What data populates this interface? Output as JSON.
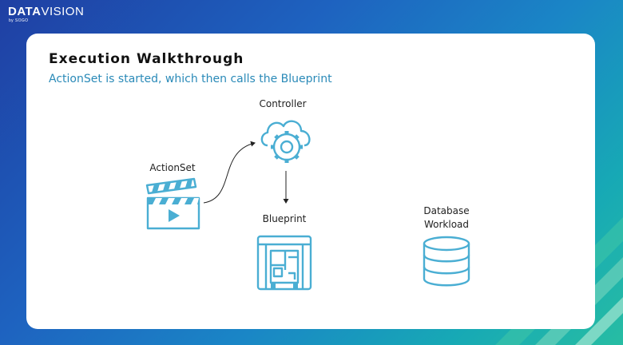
{
  "logo": {
    "brand_bold": "DATA",
    "brand_light": "VISION",
    "tagline": "by SOGO"
  },
  "slide": {
    "title": "Execution Walkthrough",
    "subtitle": "ActionSet is started, which then calls the Blueprint"
  },
  "nodes": {
    "actionset": {
      "label": "ActionSet",
      "icon": "clapperboard-icon"
    },
    "controller": {
      "label": "Controller",
      "icon": "cloud-gear-icon"
    },
    "blueprint": {
      "label": "Blueprint",
      "icon": "blueprint-icon"
    },
    "database": {
      "label_line1": "Database",
      "label_line2": "Workload",
      "icon": "database-icon"
    }
  },
  "colors": {
    "icon_stroke": "#4aaed3",
    "subtitle": "#2a8ab8",
    "background_start": "#1f3fa3",
    "background_end": "#27bda3"
  }
}
